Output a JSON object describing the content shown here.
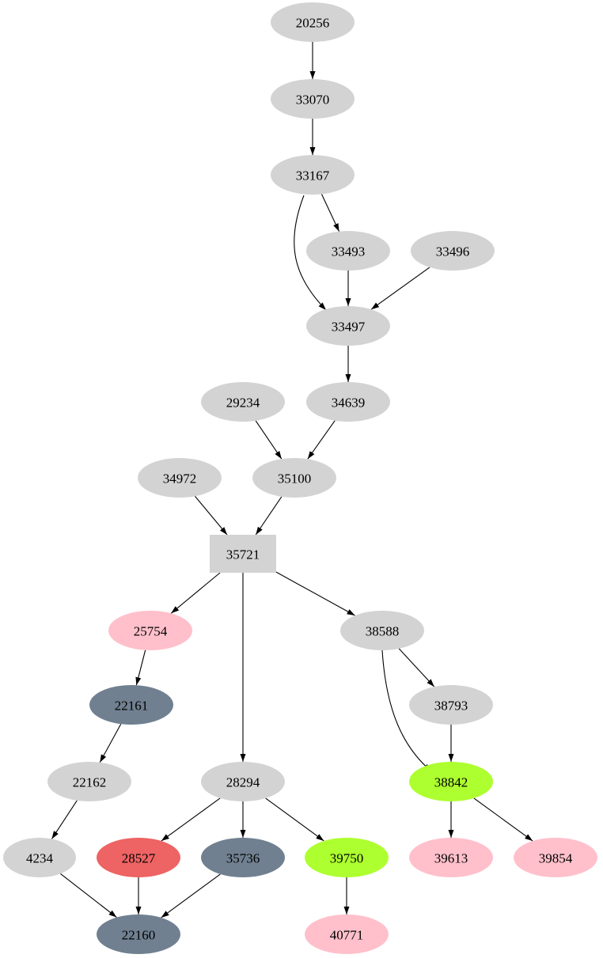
{
  "colors": {
    "gray": "#d3d3d3",
    "pink": "#ffc0cb",
    "slate": "#708090",
    "green": "#adff2f",
    "red": "#ee6363"
  },
  "nodes": [
    {
      "id": "20256",
      "label": "20256",
      "color": "gray"
    },
    {
      "id": "33070",
      "label": "33070",
      "color": "gray"
    },
    {
      "id": "33167",
      "label": "33167",
      "color": "gray"
    },
    {
      "id": "33493",
      "label": "33493",
      "color": "gray"
    },
    {
      "id": "33496",
      "label": "33496",
      "color": "gray"
    },
    {
      "id": "33497",
      "label": "33497",
      "color": "gray"
    },
    {
      "id": "29234",
      "label": "29234",
      "color": "gray"
    },
    {
      "id": "34639",
      "label": "34639",
      "color": "gray"
    },
    {
      "id": "34972",
      "label": "34972",
      "color": "gray"
    },
    {
      "id": "35100",
      "label": "35100",
      "color": "gray"
    },
    {
      "id": "35721",
      "label": "35721",
      "color": "gray",
      "shape": "box"
    },
    {
      "id": "25754",
      "label": "25754",
      "color": "pink"
    },
    {
      "id": "38588",
      "label": "38588",
      "color": "gray"
    },
    {
      "id": "22161",
      "label": "22161",
      "color": "slate"
    },
    {
      "id": "38793",
      "label": "38793",
      "color": "gray"
    },
    {
      "id": "22162",
      "label": "22162",
      "color": "gray"
    },
    {
      "id": "28294",
      "label": "28294",
      "color": "gray"
    },
    {
      "id": "38842",
      "label": "38842",
      "color": "green"
    },
    {
      "id": "4234",
      "label": "4234",
      "color": "gray"
    },
    {
      "id": "28527",
      "label": "28527",
      "color": "red"
    },
    {
      "id": "35736",
      "label": "35736",
      "color": "slate"
    },
    {
      "id": "39750",
      "label": "39750",
      "color": "green"
    },
    {
      "id": "39613",
      "label": "39613",
      "color": "pink"
    },
    {
      "id": "39854",
      "label": "39854",
      "color": "pink"
    },
    {
      "id": "22160",
      "label": "22160",
      "color": "slate"
    },
    {
      "id": "40771",
      "label": "40771",
      "color": "pink"
    }
  ],
  "edges": [
    [
      "20256",
      "33070"
    ],
    [
      "33070",
      "33167"
    ],
    [
      "33167",
      "33497"
    ],
    [
      "33167",
      "33493"
    ],
    [
      "33493",
      "33497"
    ],
    [
      "33496",
      "33497"
    ],
    [
      "33497",
      "34639"
    ],
    [
      "29234",
      "35100"
    ],
    [
      "34639",
      "35100"
    ],
    [
      "34972",
      "35721"
    ],
    [
      "35100",
      "35721"
    ],
    [
      "35721",
      "25754"
    ],
    [
      "35721",
      "28294"
    ],
    [
      "35721",
      "38588"
    ],
    [
      "25754",
      "22161"
    ],
    [
      "22161",
      "22162"
    ],
    [
      "22162",
      "4234"
    ],
    [
      "4234",
      "22160"
    ],
    [
      "28294",
      "28527"
    ],
    [
      "28294",
      "35736"
    ],
    [
      "28294",
      "39750"
    ],
    [
      "28527",
      "22160"
    ],
    [
      "35736",
      "22160"
    ],
    [
      "39750",
      "40771"
    ],
    [
      "38588",
      "38793"
    ],
    [
      "38588",
      "38842"
    ],
    [
      "38793",
      "38842"
    ],
    [
      "38842",
      "39613"
    ],
    [
      "38842",
      "39854"
    ]
  ]
}
